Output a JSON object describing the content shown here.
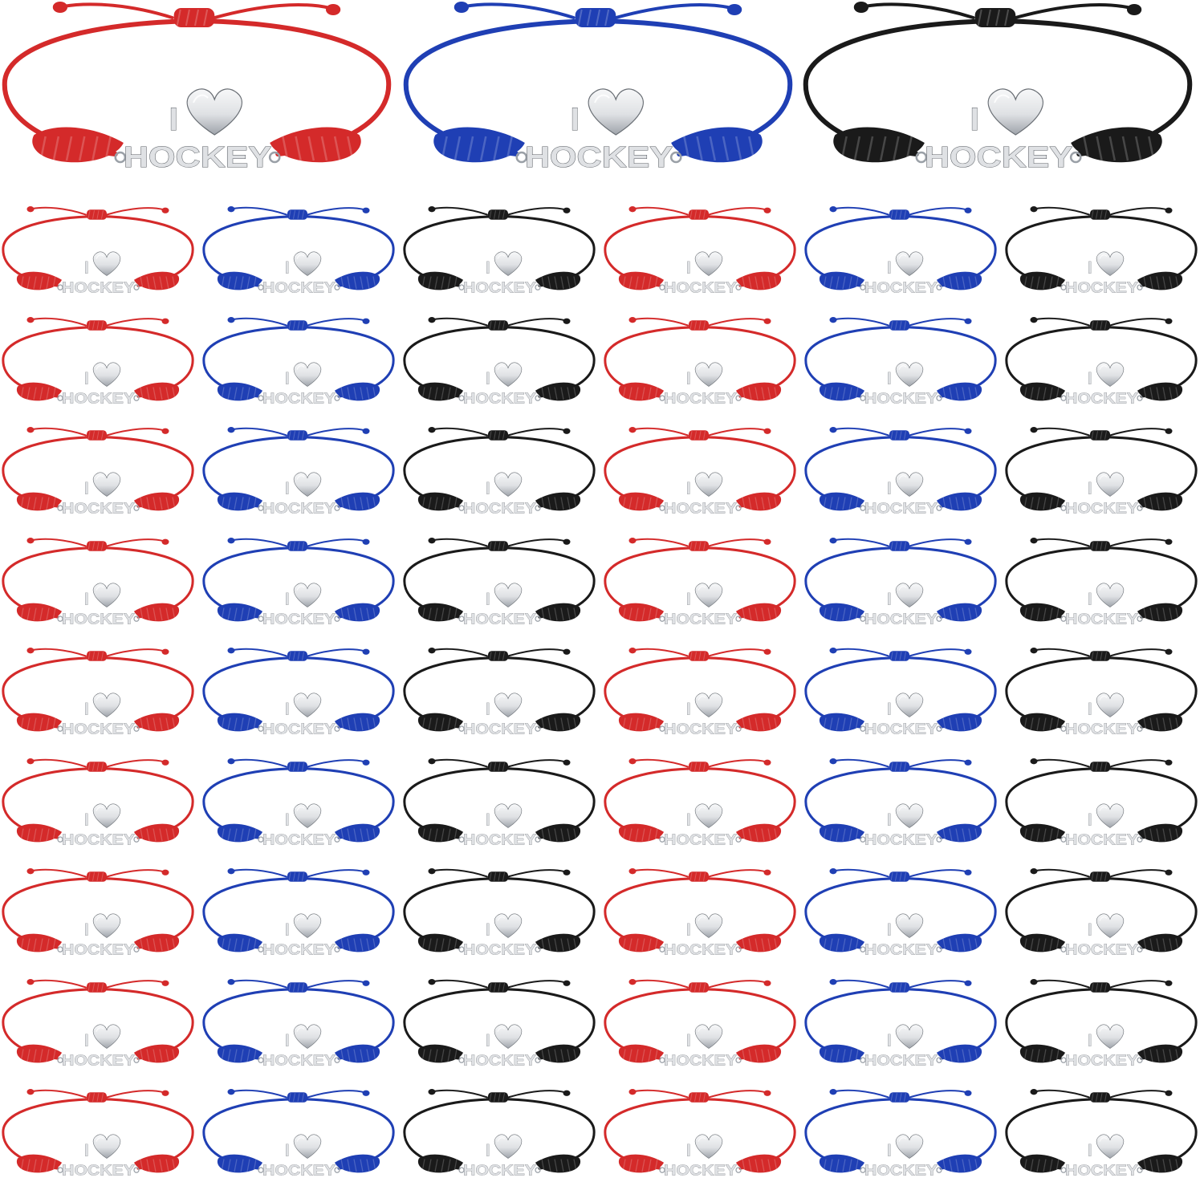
{
  "product": {
    "charm_word": "HOCKEY",
    "charm_prefix": "I"
  },
  "colors": {
    "red": "#d42a2a",
    "blue": "#1f3fb4",
    "black": "#1a1a1a",
    "silver": "#dfe1e4",
    "silver_shade": "#9ea3aa"
  },
  "layout_info": {
    "large_bracelets": [
      "red",
      "blue",
      "black"
    ],
    "grid_row_pattern": [
      "red",
      "blue",
      "black",
      "red",
      "blue",
      "black"
    ],
    "grid_rows": 9
  }
}
